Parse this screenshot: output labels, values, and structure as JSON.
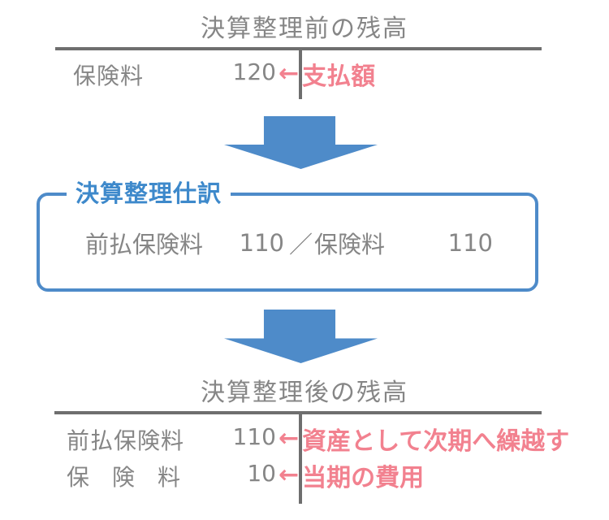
{
  "colors": {
    "gray_text": "#868686",
    "line_gray": "#6e6e6e",
    "pink_accent": "#f2818f",
    "blue_accent": "#4e8bc9",
    "blue_text": "#3e89cb"
  },
  "glyphs": {
    "left_arrow": "←",
    "down_arrow": "big-blue-down-arrow"
  },
  "before": {
    "title": "決算整理前の残高",
    "rows": [
      {
        "account": "保険料",
        "amount": "120",
        "note": "支払額"
      }
    ]
  },
  "journal": {
    "legend": "決算整理仕訳",
    "debit_account": "前払保険料",
    "debit_amount": "110",
    "separator": "／",
    "credit_account": "保険料",
    "credit_amount": "110"
  },
  "after": {
    "title": "決算整理後の残高",
    "rows": [
      {
        "account": "前払保険料",
        "amount": "110",
        "note": "資産として次期へ繰越す"
      },
      {
        "account": "保険料",
        "amount": "10",
        "note": "当期の費用"
      }
    ]
  }
}
